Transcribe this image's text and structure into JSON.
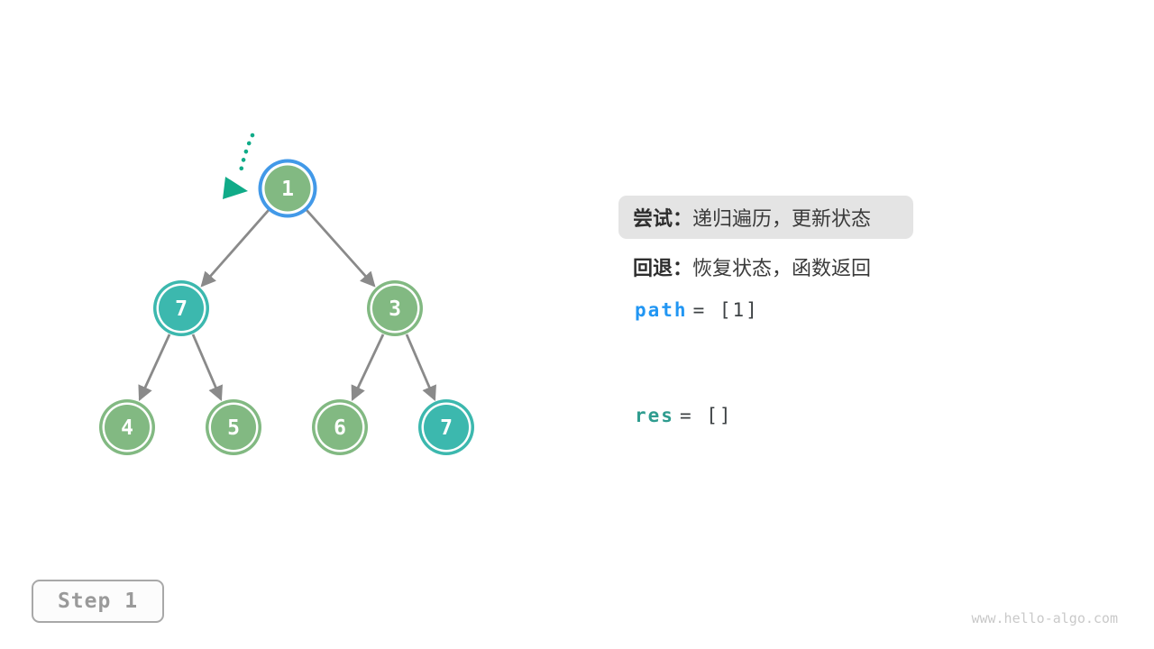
{
  "colors": {
    "node_green": "#82b982",
    "node_teal": "#3cb8ae",
    "highlight_ring_blue": "#4299e8",
    "edge_gray": "#8a8a8a",
    "pointer_teal": "#10ab88",
    "text_dark": "#3a3a3a",
    "label_dark": "#2e2e2e",
    "code_dark": "#3c4043",
    "path_blue": "#2196f3",
    "res_teal": "#2f9c8f",
    "highlight_bg": "#e4e4e4",
    "step_gray": "#9a9a9a",
    "watermark_gray": "#c9c9c9"
  },
  "tree": {
    "nodes": [
      {
        "label": "1",
        "state": "current",
        "color": "green",
        "ring": "blue-highlight"
      },
      {
        "label": "7",
        "color": "teal",
        "ring": "teal"
      },
      {
        "label": "3",
        "color": "green",
        "ring": "green"
      },
      {
        "label": "4",
        "color": "green",
        "ring": "green"
      },
      {
        "label": "5",
        "color": "green",
        "ring": "green"
      },
      {
        "label": "6",
        "color": "green",
        "ring": "green"
      },
      {
        "label": "7",
        "color": "teal",
        "ring": "teal"
      }
    ],
    "edges": [
      {
        "from": "1",
        "to": "7"
      },
      {
        "from": "1",
        "to": "3"
      },
      {
        "from": "7",
        "to": "4"
      },
      {
        "from": "7",
        "to": "5"
      },
      {
        "from": "3",
        "to": "6"
      },
      {
        "from": "3",
        "to": "7"
      }
    ],
    "pointer_icon": "dotted-arrow-to-current-node"
  },
  "panel": {
    "try_label": "尝试：",
    "try_text": "递归遍历，更新状态",
    "backtrack_label": "回退：",
    "backtrack_text": "恢复状态，函数返回",
    "path_var": "path",
    "path_value": "= [1]",
    "res_var": "res",
    "res_value": "= []"
  },
  "step_badge": {
    "label": "Step 1"
  },
  "watermark": {
    "text": "www.hello-algo.com"
  }
}
